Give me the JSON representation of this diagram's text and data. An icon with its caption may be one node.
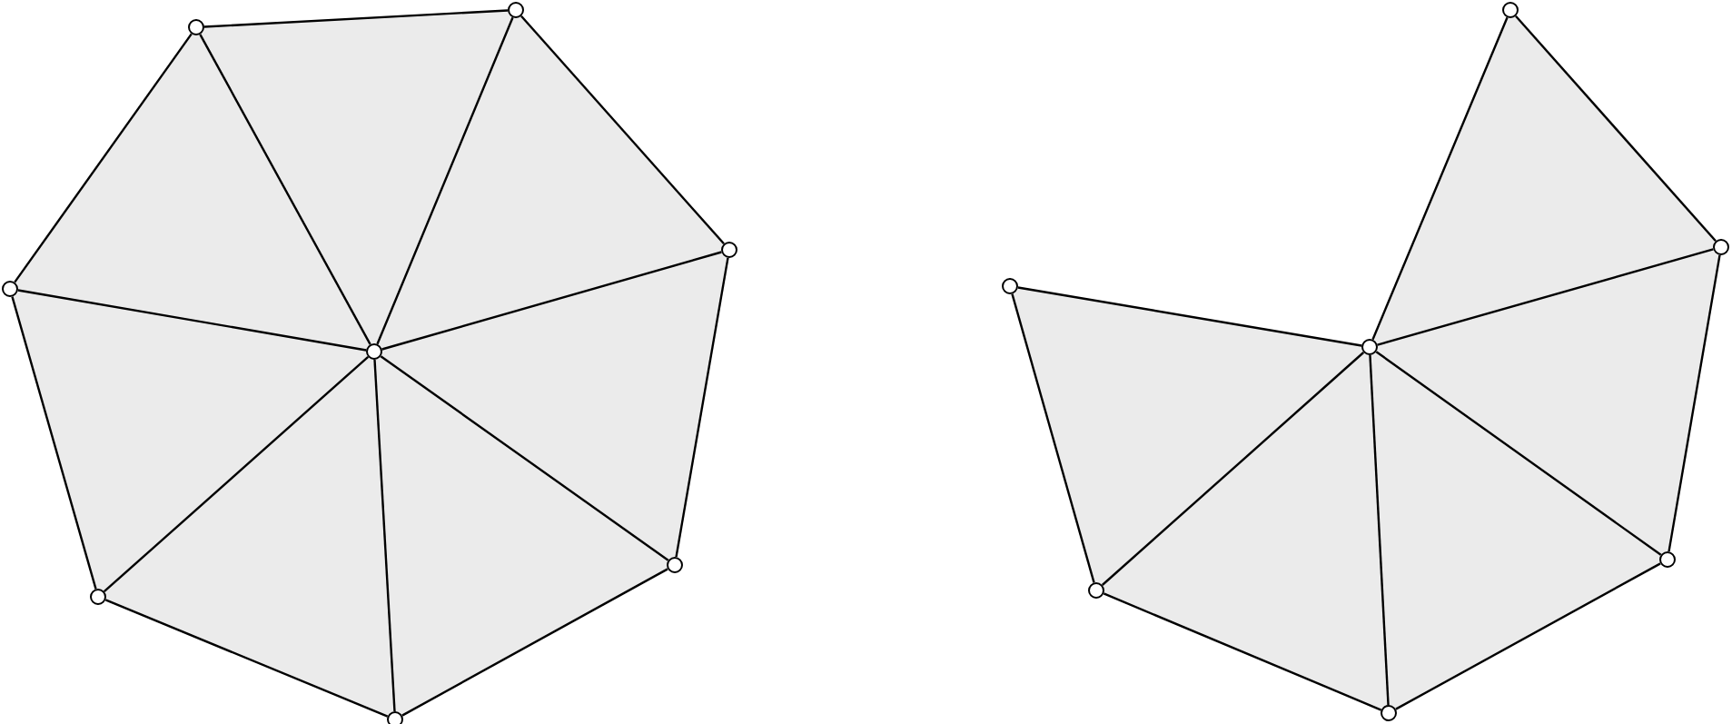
{
  "diagram": {
    "nodes": [
      {
        "text": [],
        "shape": "circle"
      },
      {
        "text": [],
        "shape": "circle"
      },
      {
        "text": [],
        "shape": "circle"
      },
      {
        "text": [],
        "shape": "circle"
      },
      {
        "text": [],
        "shape": "circle"
      },
      {
        "text": [],
        "shape": "circle"
      },
      {
        "text": [],
        "shape": "circle"
      },
      {
        "text": [],
        "shape": "circle"
      },
      {
        "text": [],
        "shape": "circle"
      },
      {
        "text": [],
        "shape": "circle"
      },
      {
        "text": [],
        "shape": "circle"
      },
      {
        "text": [],
        "shape": "circle"
      },
      {
        "text": [],
        "shape": "circle"
      },
      {
        "text": [],
        "shape": "circle"
      },
      {
        "text": [],
        "shape": "circle"
      }
    ],
    "edges": [
      {
        "from": 0,
        "to": 1,
        "arrow": "none"
      },
      {
        "from": 1,
        "to": 2,
        "arrow": "none"
      },
      {
        "from": 2,
        "to": 5,
        "arrow": "none"
      },
      {
        "from": 5,
        "to": 7,
        "arrow": "none"
      },
      {
        "from": 7,
        "to": 6,
        "arrow": "none"
      },
      {
        "from": 6,
        "to": 3,
        "arrow": "none"
      },
      {
        "from": 3,
        "to": 0,
        "arrow": "none"
      },
      {
        "from": 4,
        "to": 0,
        "arrow": "none"
      },
      {
        "from": 4,
        "to": 1,
        "arrow": "none"
      },
      {
        "from": 4,
        "to": 2,
        "arrow": "none"
      },
      {
        "from": 4,
        "to": 3,
        "arrow": "none"
      },
      {
        "from": 4,
        "to": 5,
        "arrow": "none"
      },
      {
        "from": 4,
        "to": 6,
        "arrow": "none"
      },
      {
        "from": 4,
        "to": 7,
        "arrow": "none"
      },
      {
        "from": 10,
        "to": 11,
        "arrow": "none"
      },
      {
        "from": 11,
        "to": 8,
        "arrow": "none"
      },
      {
        "from": 8,
        "to": 9,
        "arrow": "none"
      },
      {
        "from": 9,
        "to": 12,
        "arrow": "none"
      },
      {
        "from": 12,
        "to": 14,
        "arrow": "none"
      },
      {
        "from": 14,
        "to": 13,
        "arrow": "none"
      },
      {
        "from": 13,
        "to": 10,
        "arrow": "none"
      },
      {
        "from": 11,
        "to": 9,
        "arrow": "none"
      },
      {
        "from": 11,
        "to": 12,
        "arrow": "none"
      },
      {
        "from": 11,
        "to": 14,
        "arrow": "none"
      },
      {
        "from": 11,
        "to": 13,
        "arrow": "none"
      }
    ]
  }
}
